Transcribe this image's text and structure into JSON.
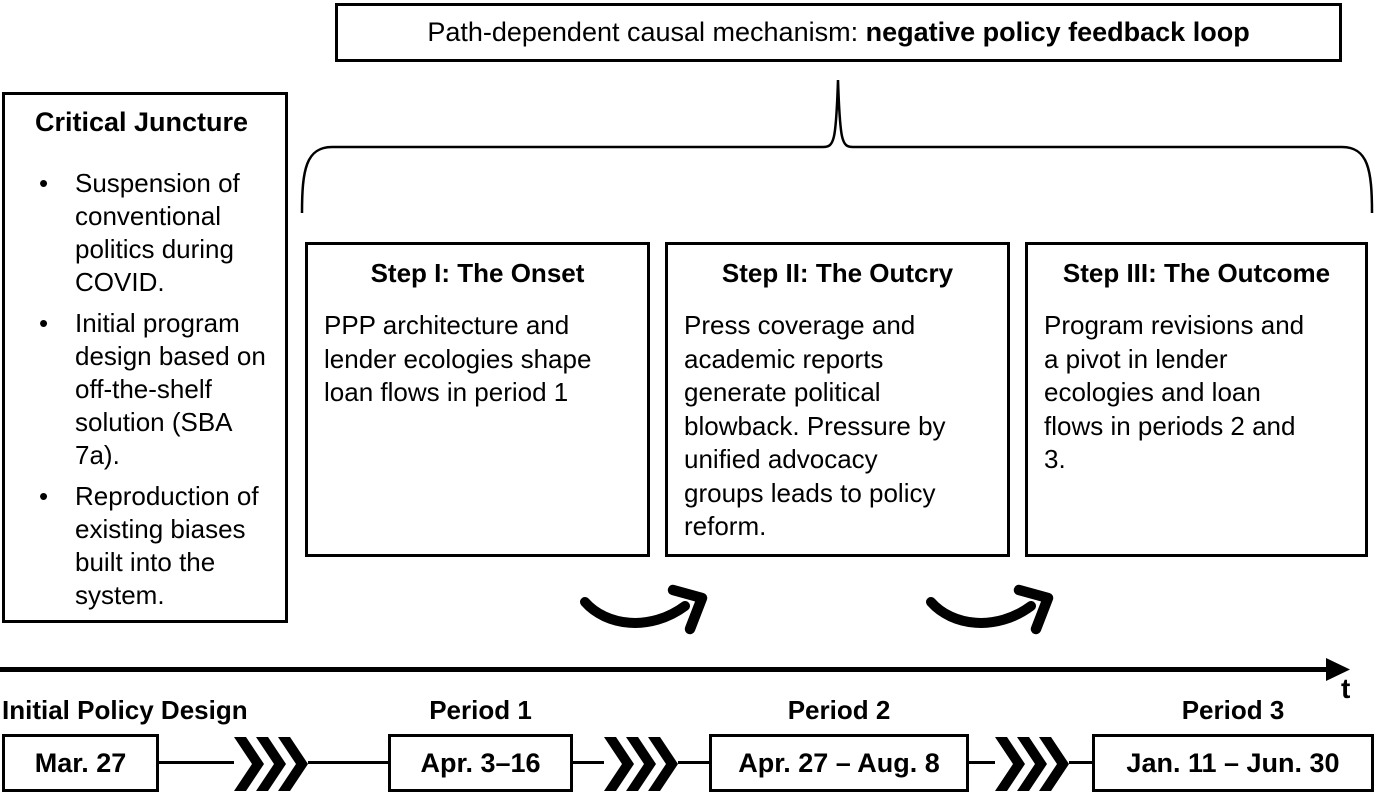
{
  "title": {
    "prefix": "Path-dependent causal mechanism: ",
    "bold": "negative policy feedback loop"
  },
  "critical_juncture": {
    "heading": "Critical Juncture",
    "bullet_char": "•",
    "bullets": [
      "Suspension of\nconventional\npolitics during\nCOVID.",
      "Initial program\ndesign based on\noff-the-shelf\nsolution (SBA\n7a).",
      "Reproduction of\nexisting biases\nbuilt into the\nsystem."
    ]
  },
  "steps": [
    {
      "title": "Step I: The Onset",
      "body": "PPP architecture and\nlender ecologies shape\nloan flows in period 1"
    },
    {
      "title": "Step II: The Outcry",
      "body": "Press coverage and\nacademic reports\ngenerate political\nblowback. Pressure by\nunified advocacy\ngroups leads to policy\nreform."
    },
    {
      "title": "Step III: The Outcome",
      "body": "Program revisions and\na pivot in lender\necologies and loan\nflows in periods 2 and\n3."
    }
  ],
  "timeline": {
    "axis_label": "t",
    "stages": [
      {
        "label": "Initial Policy Design",
        "date": "Mar. 27"
      },
      {
        "label": "Period 1",
        "date": "Apr. 3–16"
      },
      {
        "label": "Period 2",
        "date": "Apr. 27 – Aug. 8"
      },
      {
        "label": "Period 3",
        "date": "Jan. 11 – Jun. 30"
      }
    ]
  },
  "colors": {
    "ink": "#000000",
    "background": "#ffffff"
  }
}
